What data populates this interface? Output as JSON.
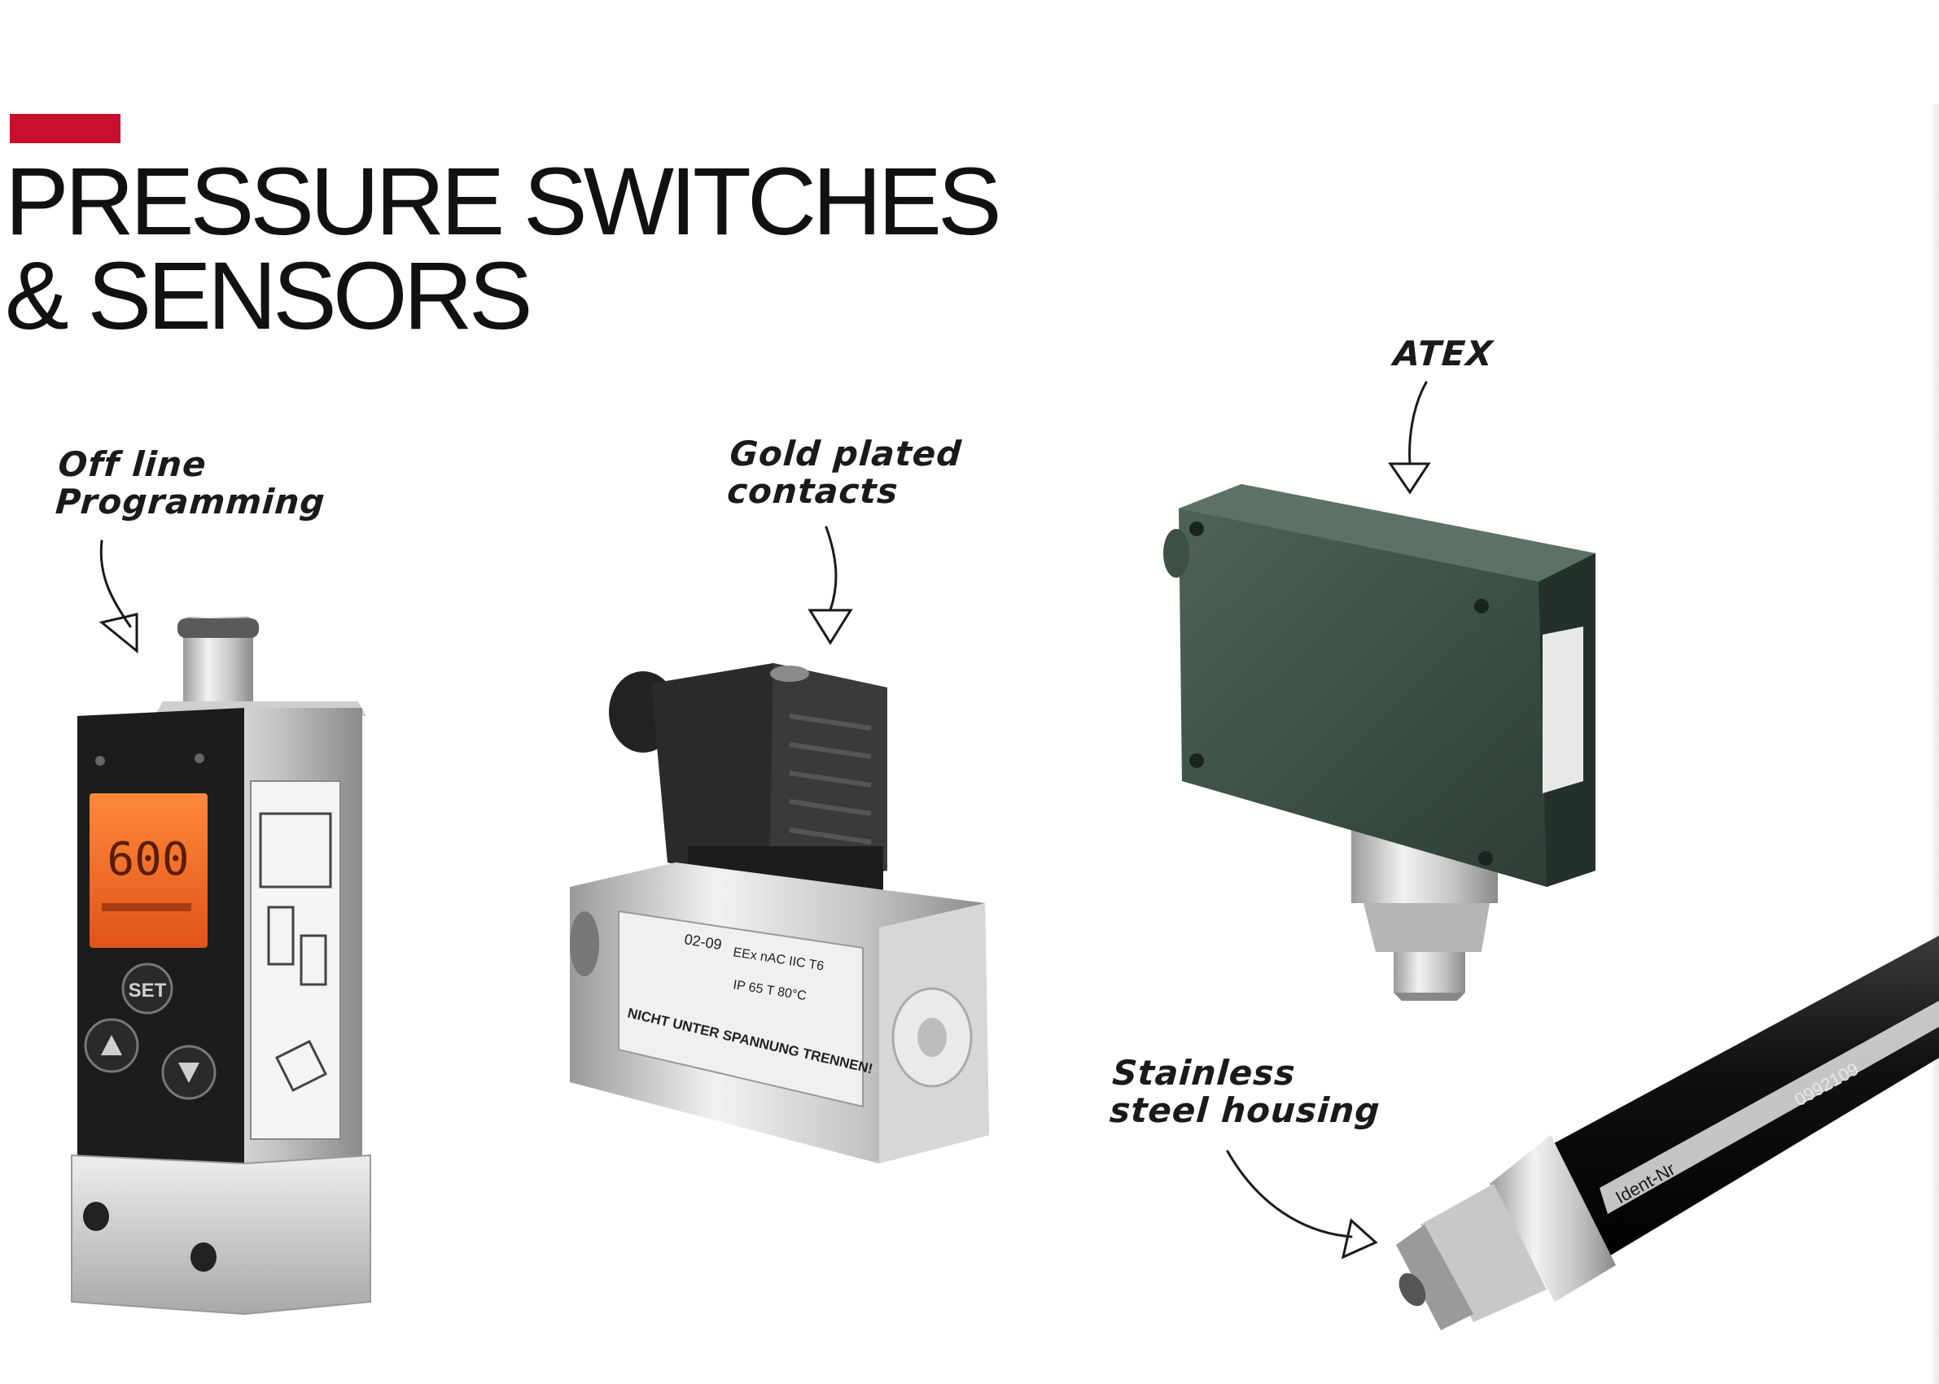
{
  "header": {
    "accent_color": "#c8102e",
    "title_line1": "PRESSURE SWITCHES",
    "title_line2": "& SENSORS"
  },
  "callouts": {
    "offline_line1": "Off line",
    "offline_line2": "Programming",
    "gold_line1": "Gold plated",
    "gold_line2": "contacts",
    "atex": "ATEX",
    "stainless_line1": "Stainless",
    "stainless_line2": "steel housing"
  },
  "products": {
    "digital_switch": {
      "display_value": "600",
      "set_label": "SET"
    },
    "connector_switch": {
      "plate_code": "02-09",
      "plate_line1": "EEx nAC IIC T6",
      "plate_line2": "IP 65   T 80°C",
      "plate_line3": "NICHT UNTER SPANNUNG TRENNEN!"
    },
    "sensor": {
      "label_code": "0992109",
      "label_id": "Ident-Nr"
    }
  }
}
